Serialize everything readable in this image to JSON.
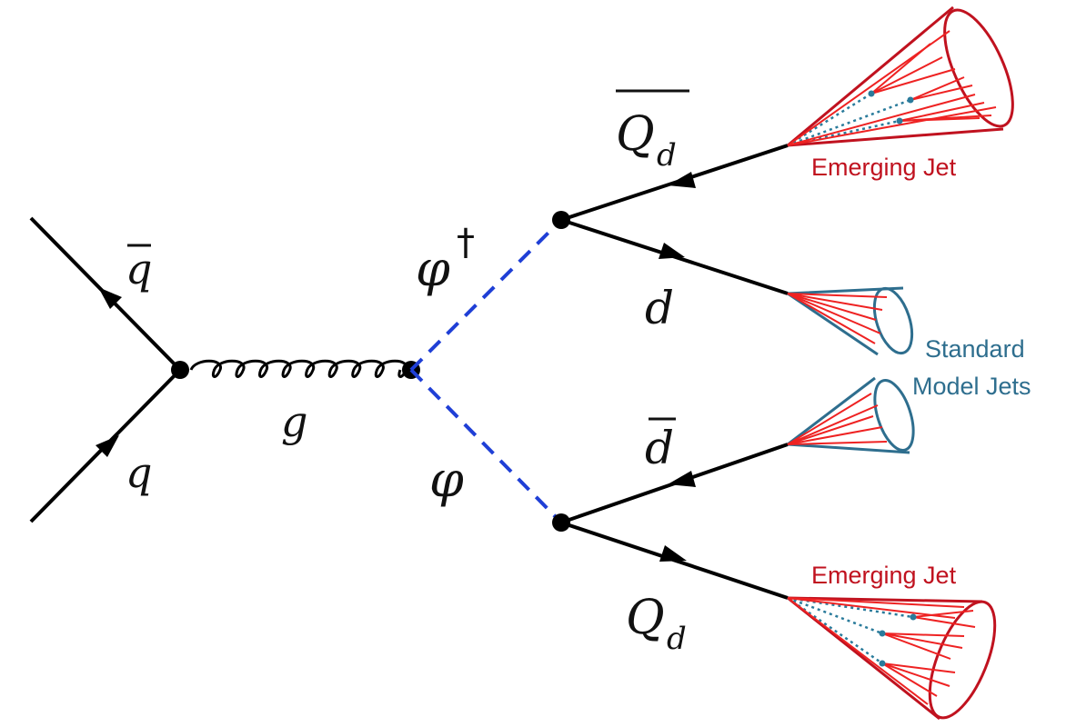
{
  "diagram": {
    "particles": {
      "qbar": "q",
      "q": "q",
      "gluon": "g",
      "phi_dagger": "φ",
      "dagger": "†",
      "phi": "φ",
      "Qd_bar": "Q",
      "Qd_bar_sub": "d",
      "d": "d",
      "dbar": "d",
      "Qd": "Q",
      "Qd_sub": "d"
    },
    "jet_labels": {
      "emerging_top": "Emerging Jet",
      "emerging_bottom": "Emerging Jet",
      "standard_line1": "Standard",
      "standard_line2": "Model Jets"
    },
    "colors": {
      "fermion_line": "#000000",
      "scalar_line": "#1f3fd6",
      "emerging_jet": "#c0121f",
      "standard_jet": "#2e6e8e",
      "jet_tracks": "#ee2222",
      "displaced_tracks": "#2a7b9b",
      "text": "#111111"
    }
  }
}
